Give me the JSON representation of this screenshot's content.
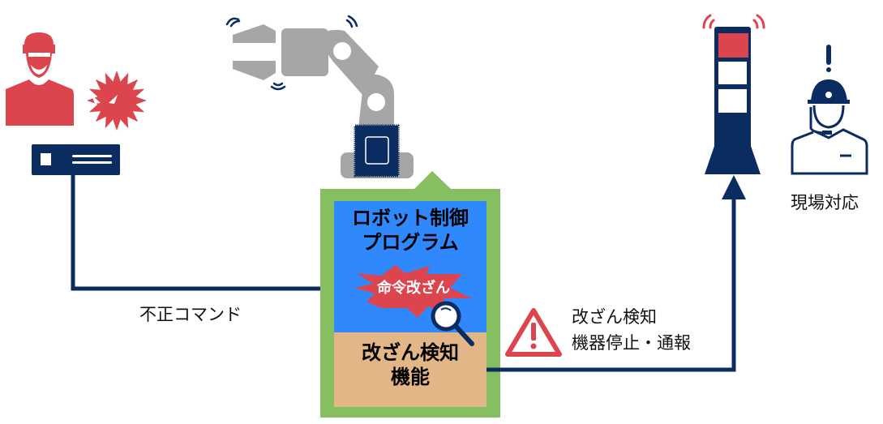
{
  "labels": {
    "illegal_command": "不正コマンド",
    "program_line1": "ロボット制御",
    "program_line2": "プログラム",
    "tamper_burst": "命令改ざん",
    "detect_line1": "改ざん検知",
    "detect_line2": "機能",
    "alert_line1": "改ざん検知",
    "alert_line2": "機器停止・通報",
    "onsite": "現場対応"
  },
  "colors": {
    "navy": "#0b2c61",
    "red": "#dc454d",
    "green": "#85bf60",
    "blue": "#2f89fc",
    "tan": "#e2b687",
    "gray": "#a6a6a6"
  }
}
